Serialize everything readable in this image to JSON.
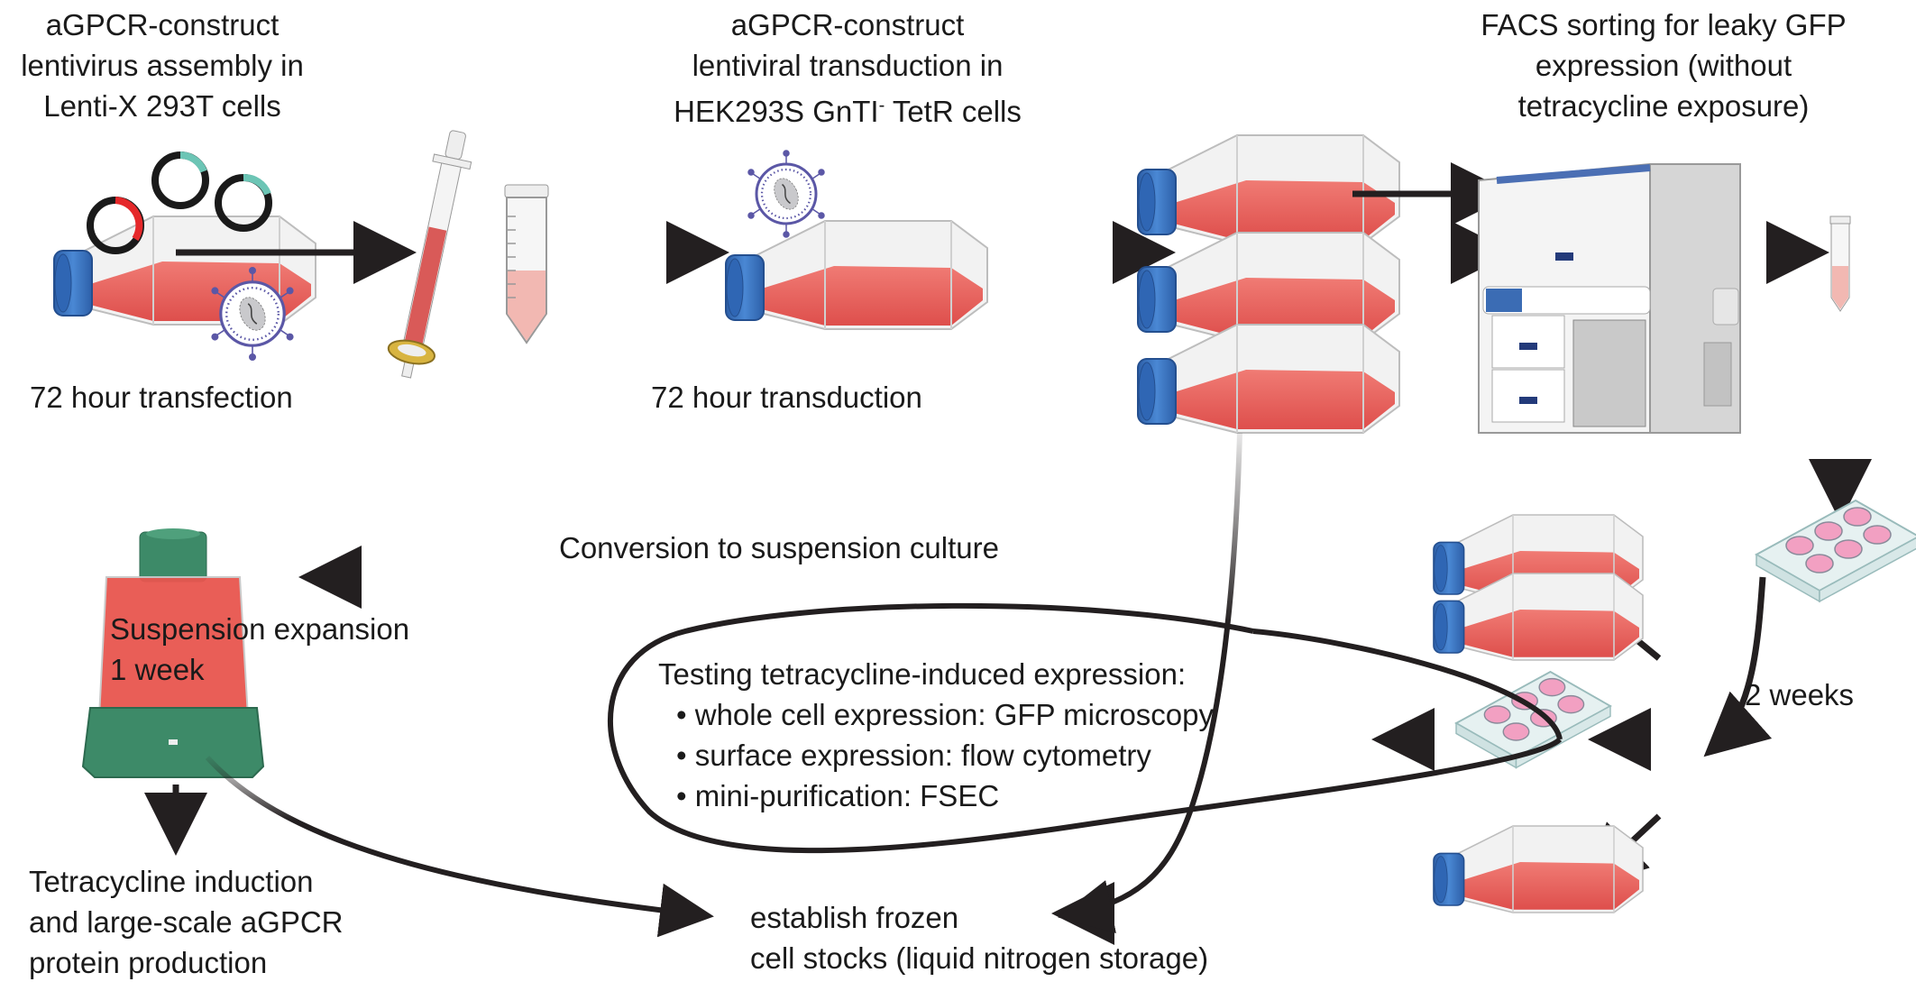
{
  "steps": {
    "step1": {
      "title_lines": [
        "aGPCR-construct",
        "lentivirus assembly in",
        "Lenti-X 293T cells"
      ],
      "duration": "72 hour transfection"
    },
    "step2": {
      "title_lines": [
        "aGPCR-construct",
        "lentiviral transduction in",
        "HEK293S GnTI",
        "-",
        " TetR cells"
      ],
      "duration": "72 hour transduction"
    },
    "step3": {
      "title_lines": [
        "FACS sorting for leaky GFP",
        "expression (without",
        "tetracycline exposure)"
      ]
    },
    "two_weeks": "2 weeks",
    "conversion": "Conversion to suspension culture",
    "suspension": {
      "lines": [
        "Suspension expansion",
        "1 week"
      ]
    },
    "production": {
      "lines": [
        "Tetracycline induction",
        "and large-scale aGPCR",
        "protein production"
      ]
    },
    "testing": {
      "heading": "Testing tetracycline-induced expression:",
      "bullets": [
        "whole cell expression: GFP microscopy",
        "surface expression: flow cytometry",
        "mini-purification: FSEC"
      ],
      "bullet_glyph": "•"
    },
    "frozen": {
      "lines": [
        "establish frozen",
        "cell stocks (liquid nitrogen storage)"
      ]
    }
  },
  "icons": [
    "cell-culture-flask",
    "plasmid",
    "lentivirus",
    "syringe-filter",
    "conical-tube",
    "facs-sorter",
    "six-well-plate",
    "shaker-flask"
  ],
  "colors": {
    "flask_media": "#e8605c",
    "flask_cap": "#3a72c0",
    "shaker_green": "#3d8a68",
    "plasmid_red": "#e5282a",
    "plasmid_teal": "#6cc5b5",
    "arrow": "#231f20"
  }
}
